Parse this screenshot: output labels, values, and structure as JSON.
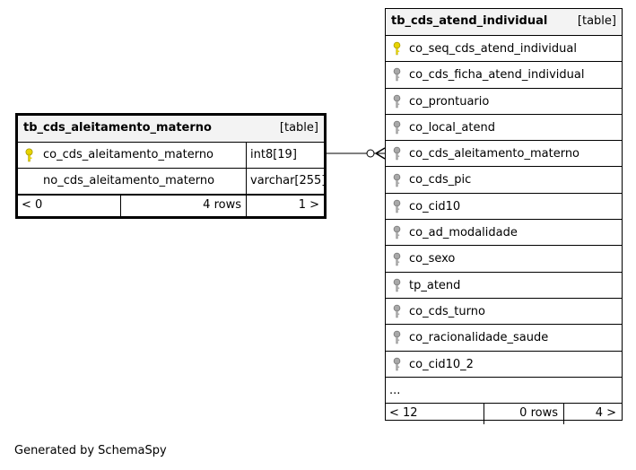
{
  "tables": {
    "aleitamento": {
      "name": "tb_cds_aleitamento_materno",
      "kind": "[table]",
      "columns": [
        {
          "name": "co_cds_aleitamento_materno",
          "type": "int8[19]",
          "key": "primary"
        },
        {
          "name": "no_cds_aleitamento_materno",
          "type": "varchar[255]",
          "key": "none"
        }
      ],
      "footer": {
        "parents": "< 0",
        "rows": "4 rows",
        "children": "1 >"
      }
    },
    "atend": {
      "name": "tb_cds_atend_individual",
      "kind": "[table]",
      "columns": [
        {
          "name": "co_seq_cds_atend_individual",
          "key": "primary"
        },
        {
          "name": "co_cds_ficha_atend_individual",
          "key": "foreign"
        },
        {
          "name": "co_prontuario",
          "key": "foreign"
        },
        {
          "name": "co_local_atend",
          "key": "foreign"
        },
        {
          "name": "co_cds_aleitamento_materno",
          "key": "foreign"
        },
        {
          "name": "co_cds_pic",
          "key": "foreign"
        },
        {
          "name": "co_cid10",
          "key": "foreign"
        },
        {
          "name": "co_ad_modalidade",
          "key": "foreign"
        },
        {
          "name": "co_sexo",
          "key": "foreign"
        },
        {
          "name": "tp_atend",
          "key": "foreign"
        },
        {
          "name": "co_cds_turno",
          "key": "foreign"
        },
        {
          "name": "co_racionalidade_saude",
          "key": "foreign"
        },
        {
          "name": "co_cid10_2",
          "key": "foreign"
        }
      ],
      "ellipsis": "...",
      "footer": {
        "parents": "< 12",
        "rows": "0 rows",
        "children": "4 >"
      }
    }
  },
  "generated_by": "Generated by SchemaSpy",
  "colors": {
    "primary_key": "#e8d400",
    "foreign_key": "#a9a9a9",
    "header_bg": "#f3f3f3"
  }
}
